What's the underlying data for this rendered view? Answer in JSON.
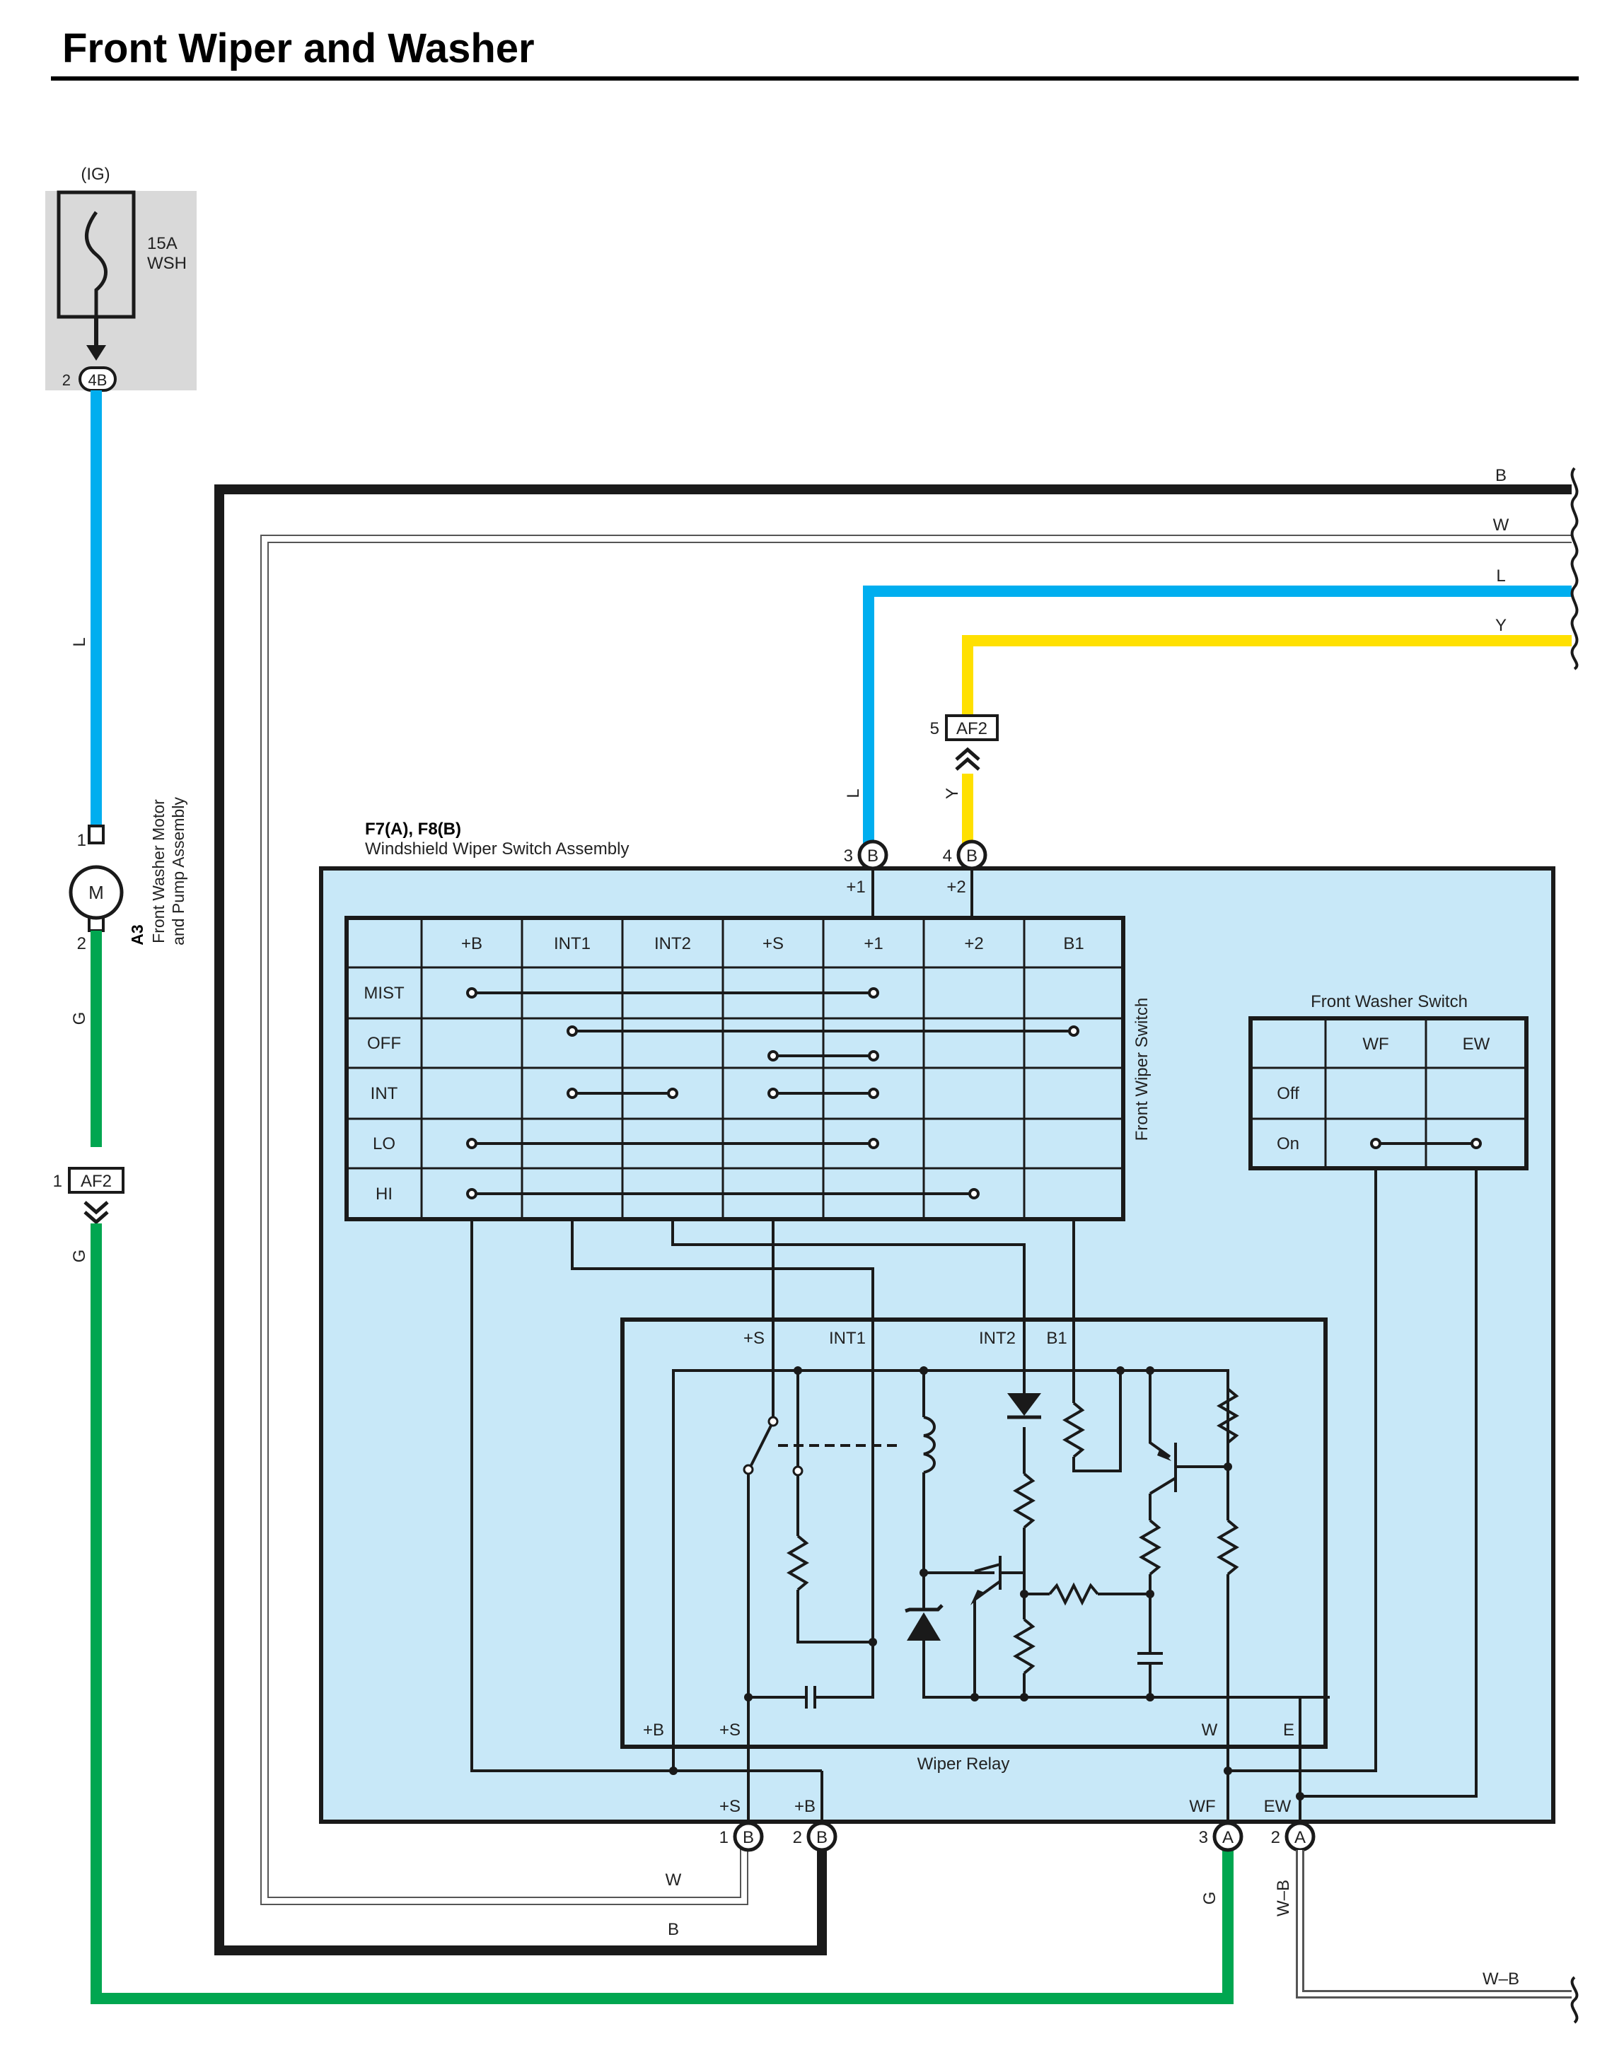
{
  "title": "Front Wiper and Washer",
  "colors": {
    "black_wire": "#1a1a1a",
    "blue_wire": "#00aeef",
    "yellow_wire": "#ffe000",
    "green_wire": "#00a650",
    "white_wire": "#ffffff",
    "assembly_fill": "#c8e8f8",
    "fuse_box_fill": "#d9d9d9"
  },
  "fuse": {
    "supply": "(IG)",
    "rating": "15A",
    "name": "WSH",
    "pin": "2",
    "connector": "4B"
  },
  "washer_motor": {
    "code": "A3",
    "name_line1": "Front Washer Motor",
    "name_line2": "and Pump Assembly",
    "symbol": "M",
    "pin_top": "1",
    "pin_bottom": "2"
  },
  "connectors": {
    "af2_left": {
      "pin": "1",
      "name": "AF2"
    },
    "af2_top": {
      "pin": "5",
      "name": "AF2"
    }
  },
  "wire_labels": {
    "left_blue": "L",
    "left_green_upper": "G",
    "left_green_lower": "G",
    "right_b": "B",
    "right_w": "W",
    "right_l": "L",
    "right_y": "Y",
    "vert_l": "L",
    "vert_y": "Y",
    "bottom_w": "W",
    "bottom_b": "B",
    "bottom_g": "G",
    "bottom_wb": "W–B",
    "bottom_wb_right": "W–B"
  },
  "assembly": {
    "code": "F7(A), F8(B)",
    "name": "Windshield Wiper Switch Assembly",
    "top_pins": [
      {
        "num": "3",
        "conn": "B",
        "term": "+1"
      },
      {
        "num": "4",
        "conn": "B",
        "term": "+2"
      }
    ],
    "bottom_pins": [
      {
        "num": "1",
        "conn": "B",
        "term": "+S"
      },
      {
        "num": "2",
        "conn": "B",
        "term": "+B"
      },
      {
        "num": "3",
        "conn": "A",
        "term": "WF"
      },
      {
        "num": "2",
        "conn": "A",
        "term": "EW"
      }
    ]
  },
  "wiper_switch": {
    "label": "Front Wiper Switch",
    "columns": [
      "+B",
      "INT1",
      "INT2",
      "+S",
      "+1",
      "+2",
      "B1"
    ],
    "rows": [
      "MIST",
      "OFF",
      "INT",
      "LO",
      "HI"
    ]
  },
  "washer_switch": {
    "label": "Front Washer Switch",
    "columns": [
      "WF",
      "EW"
    ],
    "rows": [
      "Off",
      "On"
    ]
  },
  "relay": {
    "name": "Wiper Relay",
    "top_terms": [
      "+S",
      "INT1",
      "INT2",
      "B1"
    ],
    "bottom_terms": [
      "+B",
      "+S",
      "W",
      "E"
    ]
  }
}
